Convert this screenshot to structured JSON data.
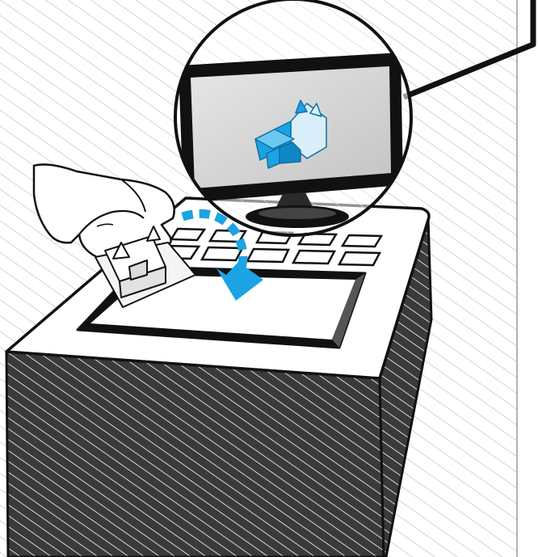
{
  "colors": {
    "background": "#ffffff",
    "hatch_light": "#b9b9b9",
    "outline": "#111111",
    "box_dark": "#3a3a3a",
    "box_hatch": "#ffffff",
    "accent_blue": "#1ba3e3",
    "accent_blue_dark": "#0f6fa6",
    "screen_gray": "#cfcfcf",
    "monitor_black": "#111111"
  },
  "icons": {
    "hand": "hand-icon",
    "model_house": "house-model-icon",
    "screen_model": "screen-house-model-icon",
    "scan_arrow": "dashed-arrow-icon"
  },
  "scene": {
    "description_elements": [
      "wall",
      "scanner-box",
      "keypad",
      "glass-plate",
      "hand-holding-model",
      "magnifier-circle",
      "monitor",
      "leader-line"
    ],
    "keypad_rows": 2,
    "keypad_cols": 5
  }
}
